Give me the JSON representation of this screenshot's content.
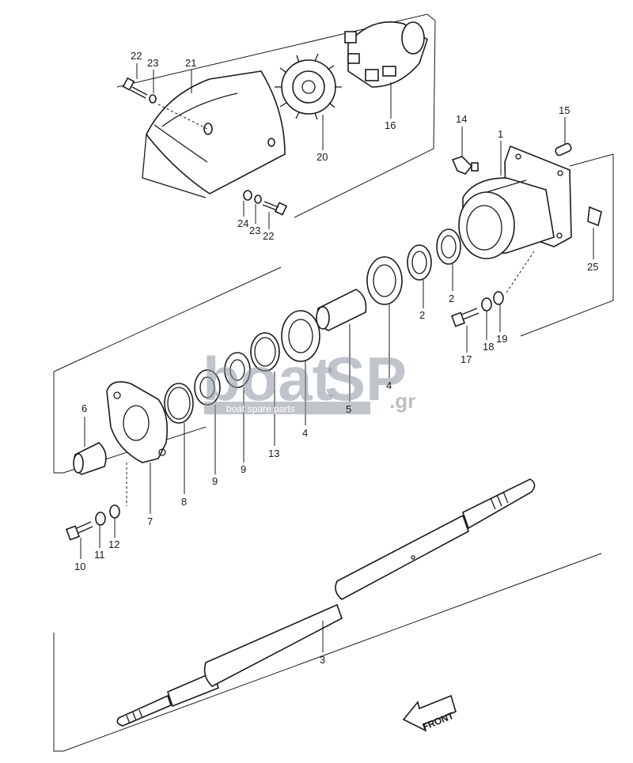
{
  "callouts": [
    {
      "num": "22"
    },
    {
      "num": "23"
    },
    {
      "num": "21"
    },
    {
      "num": "20"
    },
    {
      "num": "16"
    },
    {
      "num": "24"
    },
    {
      "num": "23"
    },
    {
      "num": "22"
    },
    {
      "num": "14"
    },
    {
      "num": "1"
    },
    {
      "num": "15"
    },
    {
      "num": "25"
    },
    {
      "num": "2"
    },
    {
      "num": "2"
    },
    {
      "num": "17"
    },
    {
      "num": "18"
    },
    {
      "num": "19"
    },
    {
      "num": "4"
    },
    {
      "num": "5"
    },
    {
      "num": "4"
    },
    {
      "num": "13"
    },
    {
      "num": "9"
    },
    {
      "num": "9"
    },
    {
      "num": "8"
    },
    {
      "num": "7"
    },
    {
      "num": "6"
    },
    {
      "num": "10"
    },
    {
      "num": "11"
    },
    {
      "num": "12"
    },
    {
      "num": "3"
    }
  ],
  "watermark": {
    "brand_a": "boat",
    "brand_b": "SP",
    "suffix": ".gr",
    "tagline": "boat spare parts"
  },
  "front_arrow": {
    "label": "FRONT"
  }
}
